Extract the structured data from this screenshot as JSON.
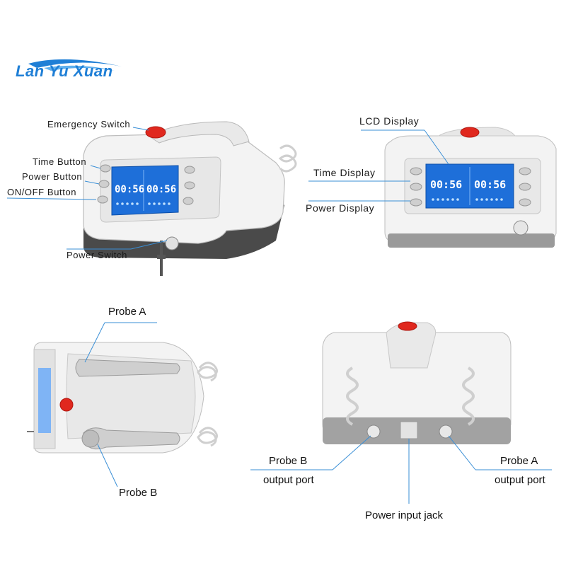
{
  "brand": {
    "name": "Lan Yu Xuan",
    "color": "#1f7fd6"
  },
  "front_view": {
    "labels": {
      "emergency_switch": "Emergency Switch",
      "time_button": "Time Button",
      "power_button": "Power Button",
      "onoff_button": "ON/OFF Button",
      "power_switch": "Power Switch"
    },
    "display": {
      "left_time": "00:56",
      "right_time": "00:56"
    }
  },
  "top_right_view": {
    "labels": {
      "lcd_display": "LCD Display",
      "time_display": "Time Display",
      "power_display": "Power Display"
    },
    "display": {
      "left_time": "00:56",
      "right_time": "00:56"
    }
  },
  "top_view": {
    "labels": {
      "probe_a": "Probe A",
      "probe_b": "Probe B"
    }
  },
  "back_view": {
    "labels": {
      "probe_b_port_line1": "Probe B",
      "probe_b_port_line2": "output port",
      "probe_a_port_line1": "Probe A",
      "probe_a_port_line2": "output port",
      "power_input": "Power input jack"
    }
  },
  "colors": {
    "leader": "#3a8fd6",
    "lcd": "#1e6fd9",
    "emergency": "#e0281e"
  }
}
